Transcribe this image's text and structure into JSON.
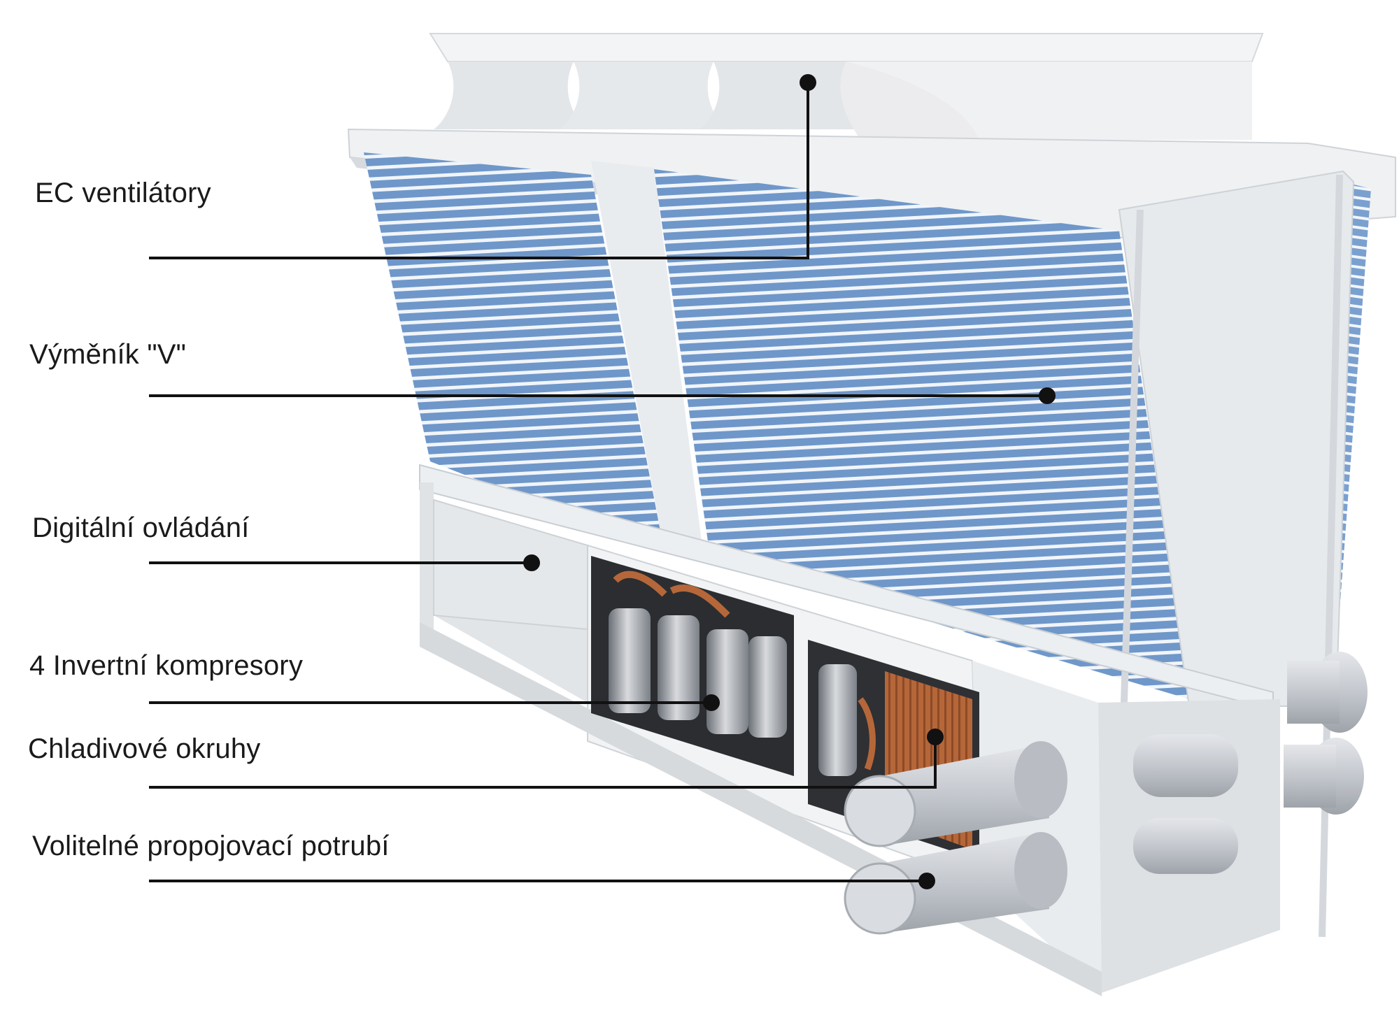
{
  "labels": {
    "ec_fans": "EC ventilátory",
    "v_exchanger": "Výměník \"V\"",
    "digital_control": "Digitální ovládání",
    "compressors": "4 Invertní kompresory",
    "refrigerant_circuits": "Chladivové okruhy",
    "optional_piping": "Volitelné propojovací potrubí"
  },
  "colors": {
    "coil_blue": "#6f97c9",
    "coil_stripe": "#ffffff",
    "frame": "#eceff1",
    "frame_shadow": "#c9ced3",
    "copper": "#b5673a",
    "pipe": "#c9ccd1",
    "leader": "#111111"
  },
  "icons": [
    "pointer-dot"
  ]
}
